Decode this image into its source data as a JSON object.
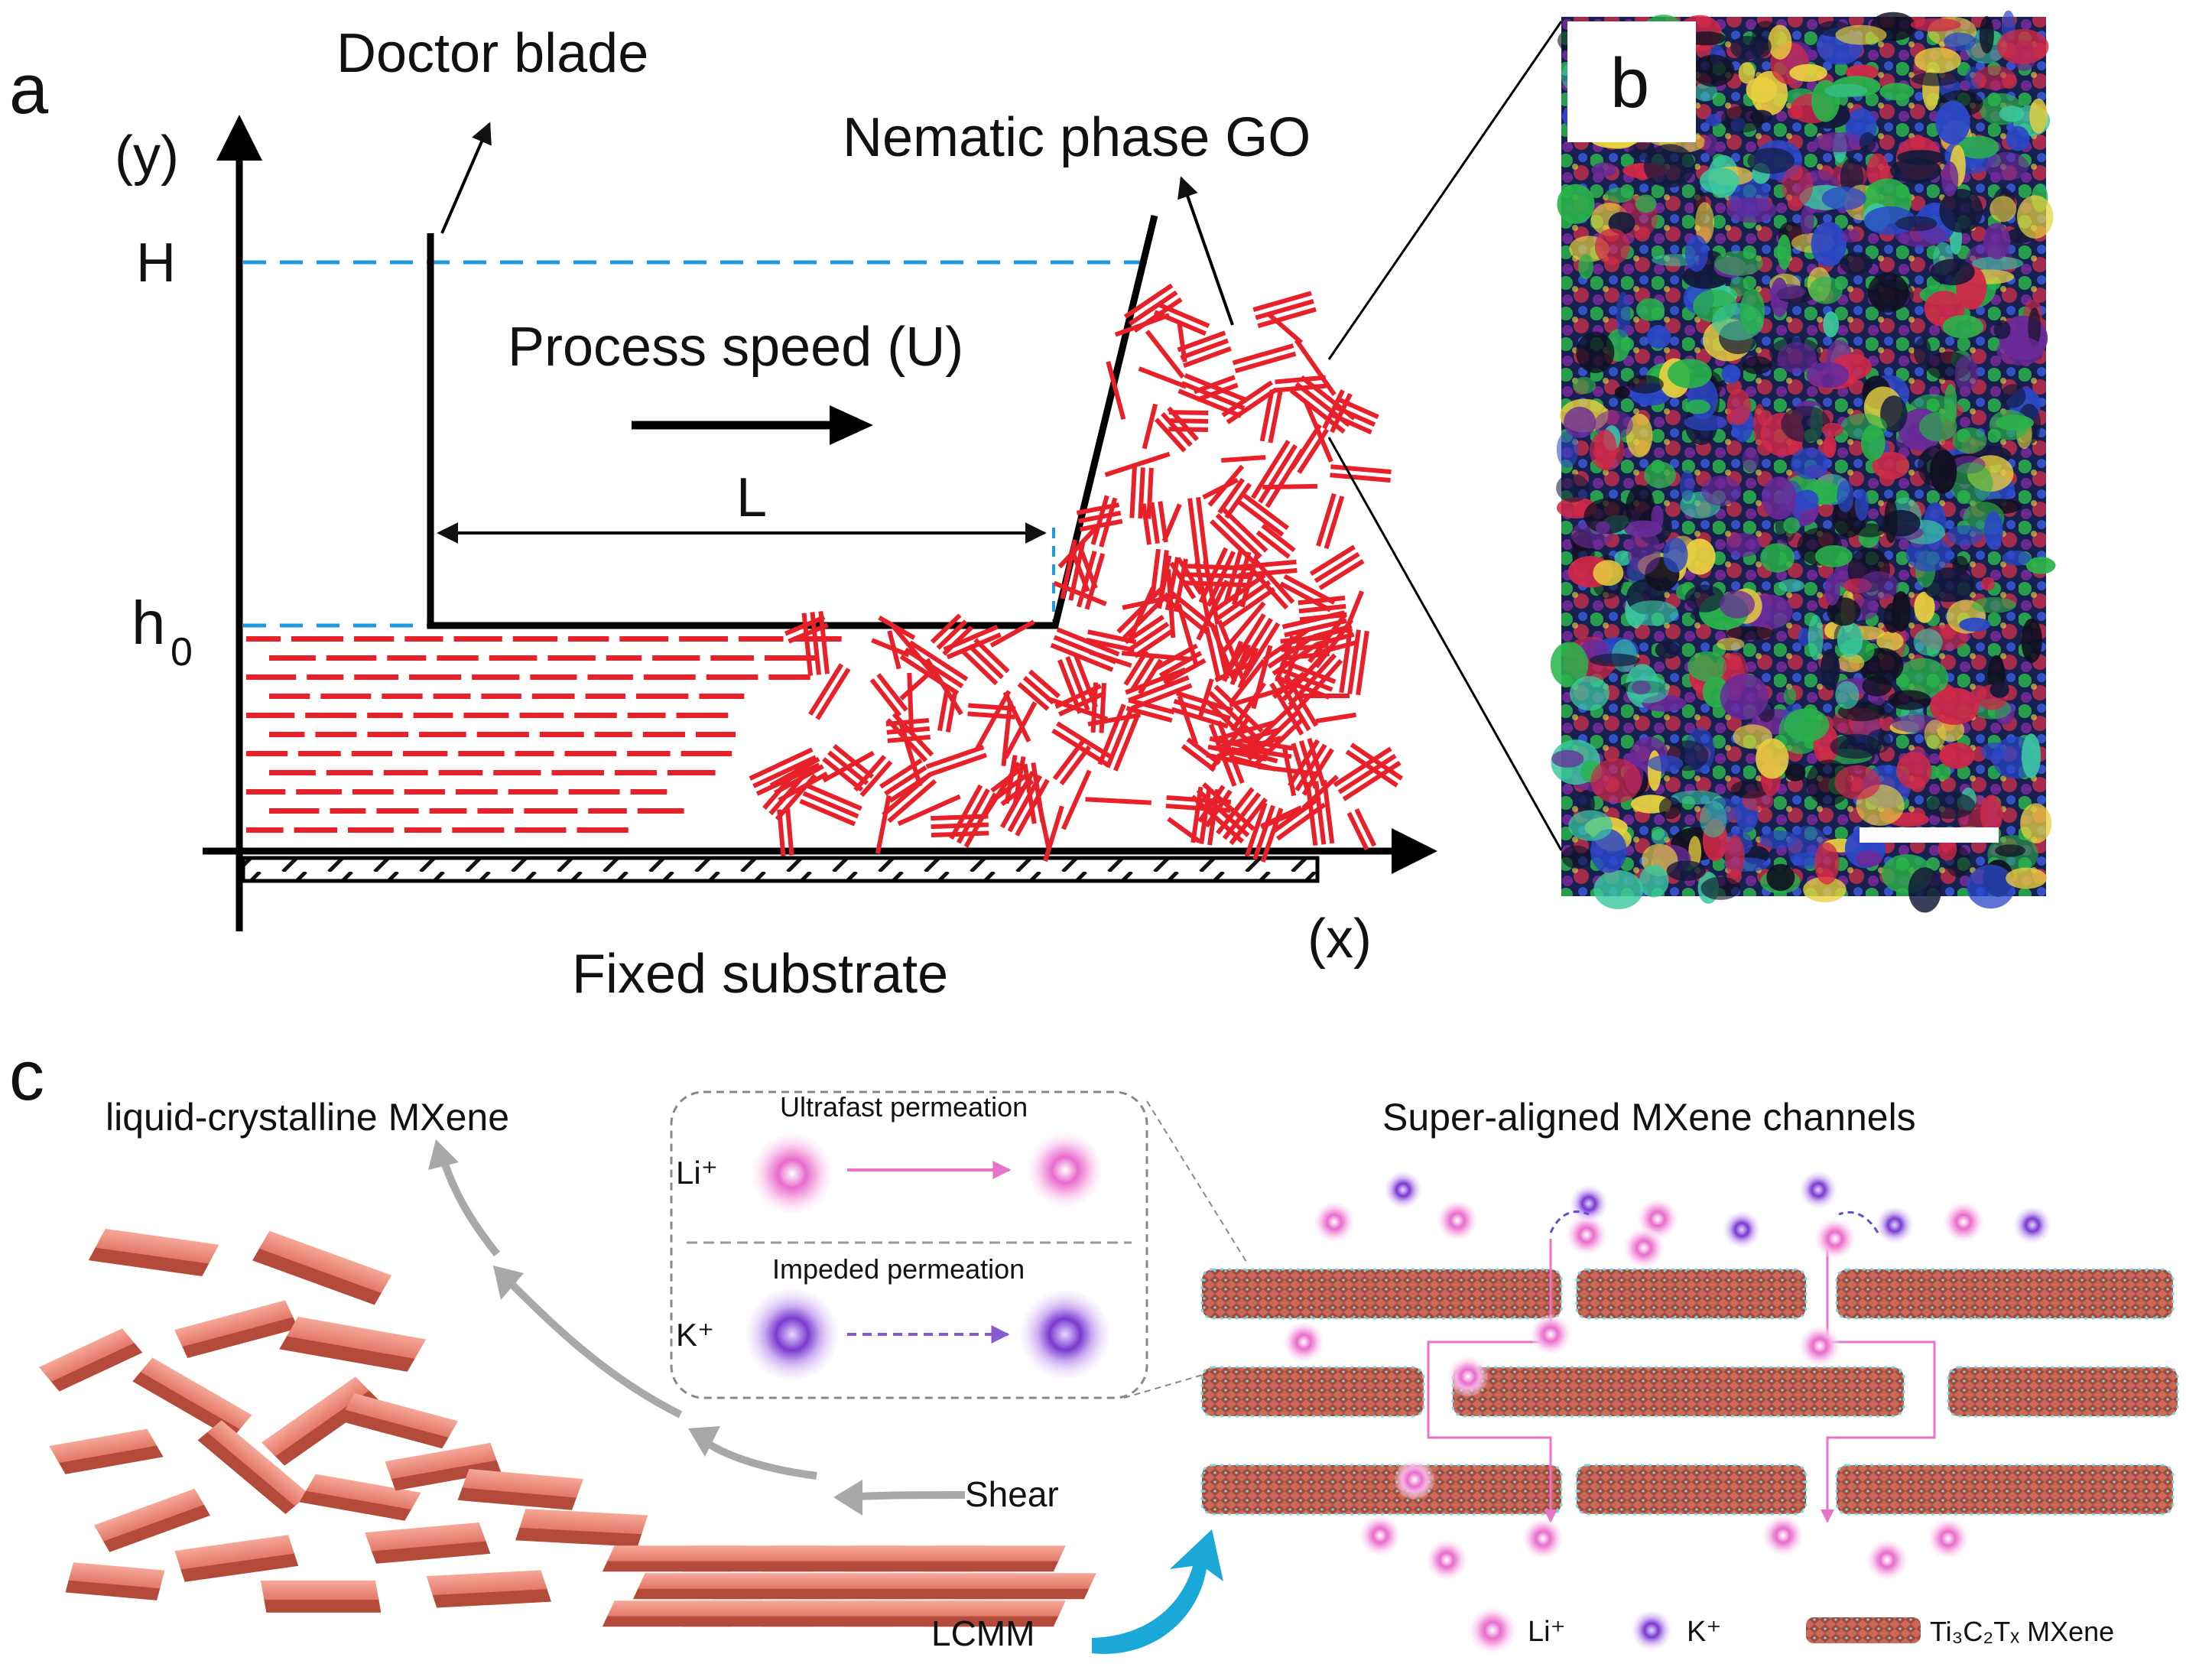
{
  "panel_a": {
    "panel_letter": "a",
    "doctor_blade_label": "Doctor blade",
    "nematic_label": "Nematic phase GO",
    "y_axis_label": "(y)",
    "x_axis_label": "(x)",
    "height_label": "H",
    "h0_label": "h",
    "h0_subscript": "0",
    "speed_label": "Process speed (U)",
    "length_label": "L",
    "substrate_label": "Fixed substrate"
  },
  "panel_b": {
    "panel_letter": "b"
  },
  "panel_c": {
    "panel_letter": "c",
    "lc_title": "liquid-crystalline MXene",
    "channels_title": "Super-aligned MXene channels",
    "ultrafast_label": "Ultrafast permeation",
    "impeded_label": "Impeded permeation",
    "li_ion": "Li⁺",
    "k_ion": "K⁺",
    "shear_label": "Shear",
    "lcmm_label": "LCMM",
    "legend": {
      "li_label": "Li⁺",
      "k_label": "K⁺",
      "mxene_label": "Ti₃C₂Tₓ MXene"
    }
  },
  "colors": {
    "rod_red": "#e8202a",
    "dash_blue": "#1e9be0",
    "flake_salmon": "#f08878",
    "flake_dark": "#9a3a30",
    "li_pink": "#f07ad0",
    "k_purple": "#8a4ad8",
    "arrow_teal": "#1aa8d8",
    "shear_gray": "#a0a0a0"
  }
}
